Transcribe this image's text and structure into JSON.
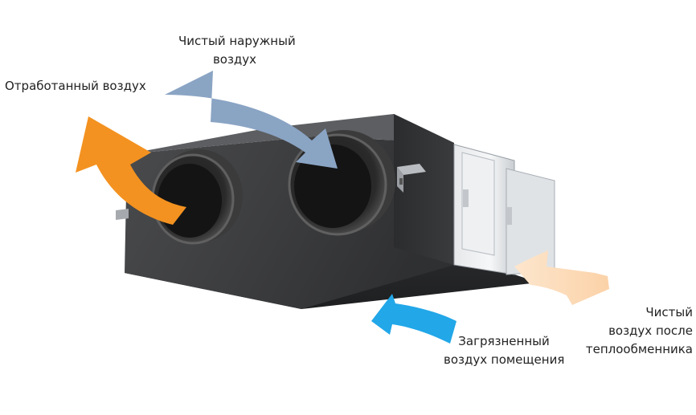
{
  "labels": {
    "exhaust": {
      "line1": "Отработанный воздух"
    },
    "fresh_outdoor": {
      "line1": "Чистый наружный",
      "line2": "воздух"
    },
    "room_air": {
      "line1": "Загрязненный",
      "line2": "воздух помещения"
    },
    "supply_after_exchanger": {
      "line1": "Чистый",
      "line2": "воздух после",
      "line3": "теплообменника"
    }
  },
  "colors": {
    "exhaust_arrow": "#f39220",
    "fresh_outdoor_arrow": "#8aa4c4",
    "room_air_arrow": "#22a7e8",
    "supply_arrow": "#fcd8b4",
    "unit_body": "#3a3b3d"
  }
}
